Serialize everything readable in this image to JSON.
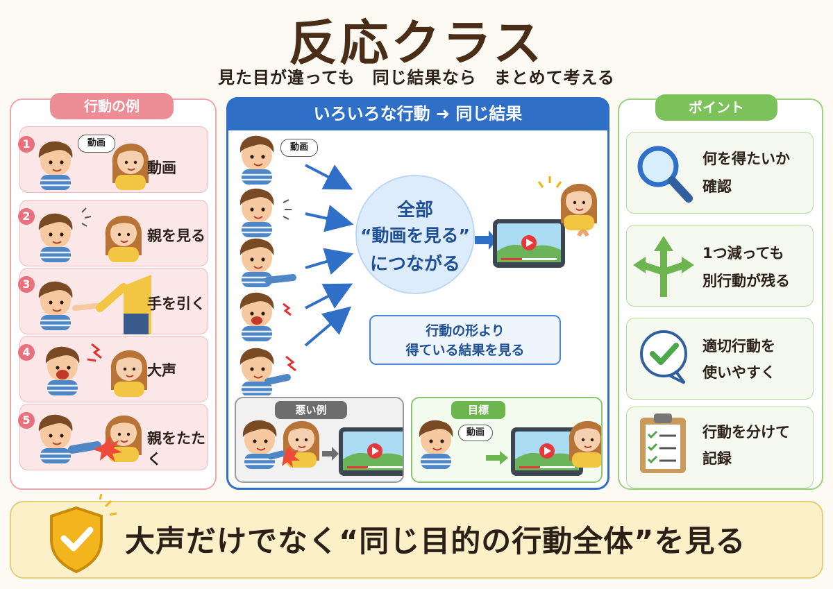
{
  "header": {
    "title": "反応クラス",
    "subtitle": "見た目が違っても　同じ結果なら　まとめて考える"
  },
  "left_panel": {
    "label": "行動の例",
    "examples": [
      {
        "num": "1",
        "label": "動画",
        "speech": "動画"
      },
      {
        "num": "2",
        "label": "親を見る"
      },
      {
        "num": "3",
        "label": "手を引く"
      },
      {
        "num": "4",
        "label": "大声"
      },
      {
        "num": "5",
        "label": "親をたたく"
      }
    ]
  },
  "middle_panel": {
    "header": "いろいろな行動 ➜ 同じ結果",
    "speech": "動画",
    "circle_line1": "全部",
    "circle_line2": "“動画を見る”",
    "circle_line3": "につながる",
    "note_line1": "行動の形より",
    "note_line2": "得ている結果を見る",
    "bad_label": "悪い例",
    "goal_label": "目標",
    "goal_speech": "動画"
  },
  "right_panel": {
    "label": "ポイント",
    "points": [
      {
        "line1": "何を得たいか",
        "line2": "確認",
        "icon": "magnifier-icon"
      },
      {
        "line1": "1つ減っても",
        "line2": "別行動が残る",
        "icon": "branch-arrows-icon"
      },
      {
        "line1": "適切行動を",
        "line2": "使いやすく",
        "icon": "checkmark-bubble-icon"
      },
      {
        "line1": "行動を分けて",
        "line2": "記録",
        "icon": "clipboard-checklist-icon"
      }
    ]
  },
  "banner": {
    "text": "大声だけでなく“同じ目的の行動全体”を見る",
    "icon": "shield-check-icon"
  },
  "colors": {
    "title_brown": "#4a2d17",
    "pink": "#ec8d96",
    "blue": "#2f6fc7",
    "green": "#7cc25a",
    "banner_yellow": "#fbf0c8"
  }
}
